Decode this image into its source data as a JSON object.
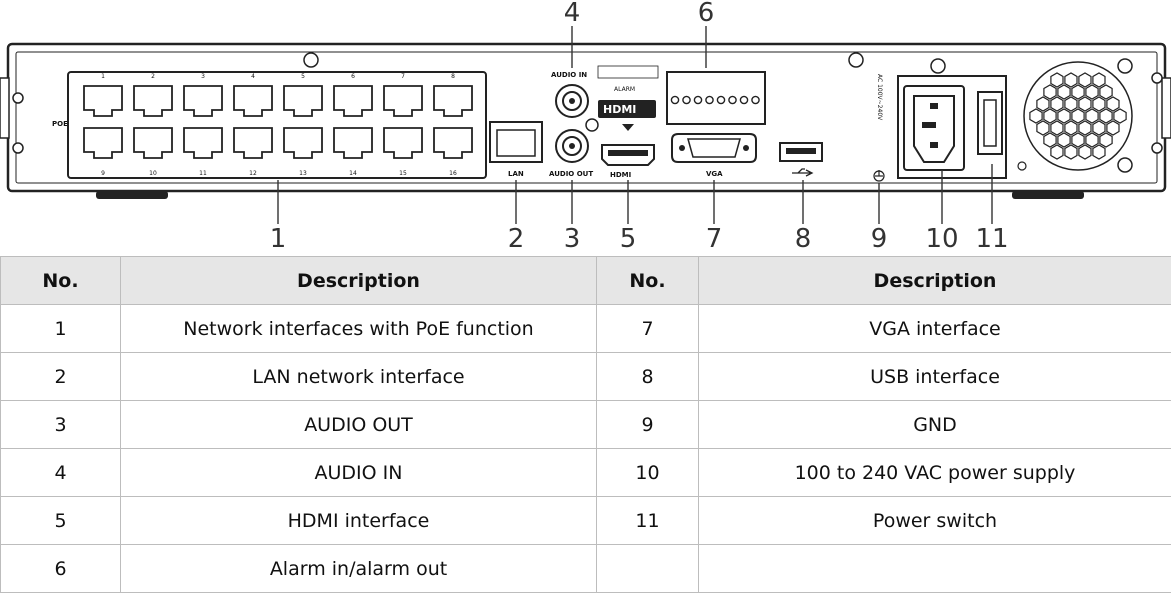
{
  "diagram": {
    "callouts": [
      "1",
      "2",
      "3",
      "4",
      "5",
      "6",
      "7",
      "8",
      "9",
      "10",
      "11"
    ],
    "panel_labels": {
      "poe": "POE",
      "lan": "LAN",
      "audio_in": "AUDIO IN",
      "audio_out": "AUDIO OUT",
      "alarm": "ALARM",
      "hdmi": "HDMI",
      "vga": "VGA",
      "power_rating": "AC 100V~240V"
    },
    "port_numbers_top": [
      "1",
      "2",
      "3",
      "4",
      "5",
      "6",
      "7",
      "8"
    ],
    "port_numbers_bottom": [
      "9",
      "10",
      "11",
      "12",
      "13",
      "14",
      "15",
      "16"
    ]
  },
  "table": {
    "headers": [
      "No.",
      "Description",
      "No.",
      "Description"
    ],
    "rows": [
      {
        "no1": "1",
        "desc1": "Network interfaces with PoE function",
        "no2": "7",
        "desc2": "VGA interface"
      },
      {
        "no1": "2",
        "desc1": "LAN network interface",
        "no2": "8",
        "desc2": "USB interface"
      },
      {
        "no1": "3",
        "desc1": "AUDIO OUT",
        "no2": "9",
        "desc2": "GND"
      },
      {
        "no1": "4",
        "desc1": "AUDIO IN",
        "no2": "10",
        "desc2": "100 to 240 VAC power supply"
      },
      {
        "no1": "5",
        "desc1": "HDMI interface",
        "no2": "11",
        "desc2": "Power switch"
      },
      {
        "no1": "6",
        "desc1": "Alarm in/alarm out",
        "no2": "",
        "desc2": ""
      }
    ]
  }
}
